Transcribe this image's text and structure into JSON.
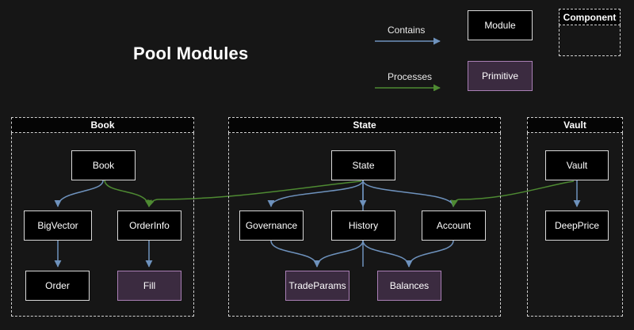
{
  "diagram": {
    "title": "Pool Modules",
    "background_color": "#161616",
    "module_fill": "#000000",
    "module_border": "#d8d8d8",
    "primitive_fill": "#3b2b40",
    "primitive_border": "#a97fb5",
    "contains_color": "#5b7fae",
    "processes_color": "#3f7a26",
    "group_border": "#d0d0d0"
  },
  "legend": {
    "contains_label": "Contains",
    "processes_label": "Processes",
    "module_label": "Module",
    "primitive_label": "Primitive",
    "component_label": "Component"
  },
  "groups": [
    {
      "id": "book",
      "label": "Book"
    },
    {
      "id": "state",
      "label": "State"
    },
    {
      "id": "vault",
      "label": "Vault"
    }
  ],
  "nodes": [
    {
      "id": "book",
      "label": "Book",
      "group": "book",
      "type": "module"
    },
    {
      "id": "bigvector",
      "label": "BigVector",
      "group": "book",
      "type": "module"
    },
    {
      "id": "orderinfo",
      "label": "OrderInfo",
      "group": "book",
      "type": "module"
    },
    {
      "id": "order",
      "label": "Order",
      "group": "book",
      "type": "module"
    },
    {
      "id": "fill",
      "label": "Fill",
      "group": "book",
      "type": "primitive"
    },
    {
      "id": "state",
      "label": "State",
      "group": "state",
      "type": "module"
    },
    {
      "id": "governance",
      "label": "Governance",
      "group": "state",
      "type": "module"
    },
    {
      "id": "history",
      "label": "History",
      "group": "state",
      "type": "module"
    },
    {
      "id": "account",
      "label": "Account",
      "group": "state",
      "type": "module"
    },
    {
      "id": "tradeparams",
      "label": "TradeParams",
      "group": "state",
      "type": "primitive"
    },
    {
      "id": "balances",
      "label": "Balances",
      "group": "state",
      "type": "primitive"
    },
    {
      "id": "vault",
      "label": "Vault",
      "group": "vault",
      "type": "module"
    },
    {
      "id": "deepprice",
      "label": "DeepPrice",
      "group": "vault",
      "type": "module"
    }
  ],
  "edges": [
    {
      "from": "book",
      "to": "bigvector",
      "kind": "contains"
    },
    {
      "from": "bigvector",
      "to": "order",
      "kind": "contains"
    },
    {
      "from": "orderinfo",
      "to": "fill",
      "kind": "contains"
    },
    {
      "from": "state",
      "to": "governance",
      "kind": "contains"
    },
    {
      "from": "state",
      "to": "history",
      "kind": "contains"
    },
    {
      "from": "state",
      "to": "account",
      "kind": "contains"
    },
    {
      "from": "governance",
      "to": "tradeparams",
      "kind": "contains"
    },
    {
      "from": "history",
      "to": "tradeparams",
      "kind": "contains"
    },
    {
      "from": "history",
      "to": "balances",
      "kind": "contains"
    },
    {
      "from": "account",
      "to": "balances",
      "kind": "contains"
    },
    {
      "from": "vault",
      "to": "deepprice",
      "kind": "contains"
    },
    {
      "from": "book",
      "to": "orderinfo",
      "kind": "processes"
    },
    {
      "from": "state",
      "to": "orderinfo",
      "kind": "processes"
    },
    {
      "from": "vault",
      "to": "account",
      "kind": "processes"
    }
  ]
}
